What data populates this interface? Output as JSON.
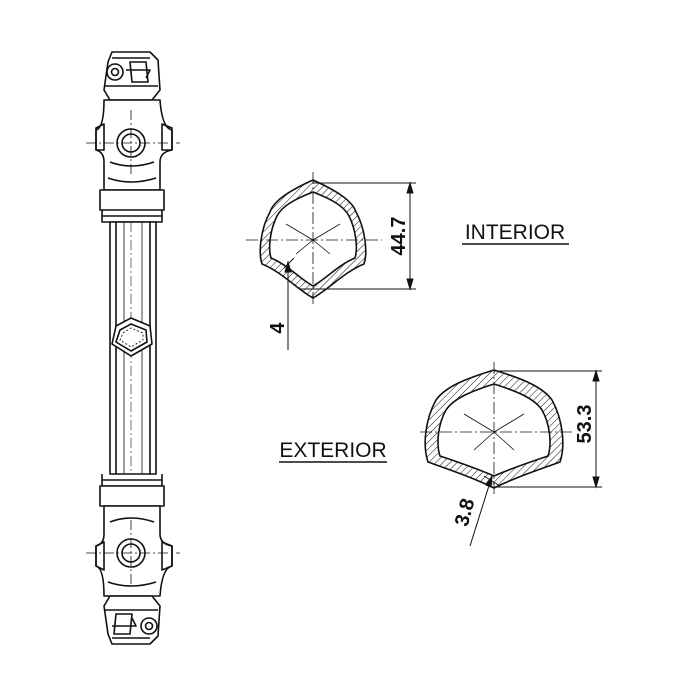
{
  "labels": {
    "interior": "INTERIOR",
    "exterior": "EXTERIOR"
  },
  "interior_profile": {
    "height_dim": "44.7",
    "wall_dim": "4"
  },
  "exterior_profile": {
    "height_dim": "53.3",
    "wall_dim": "3.8"
  },
  "colors": {
    "line": "#111111",
    "background": "#ffffff"
  }
}
